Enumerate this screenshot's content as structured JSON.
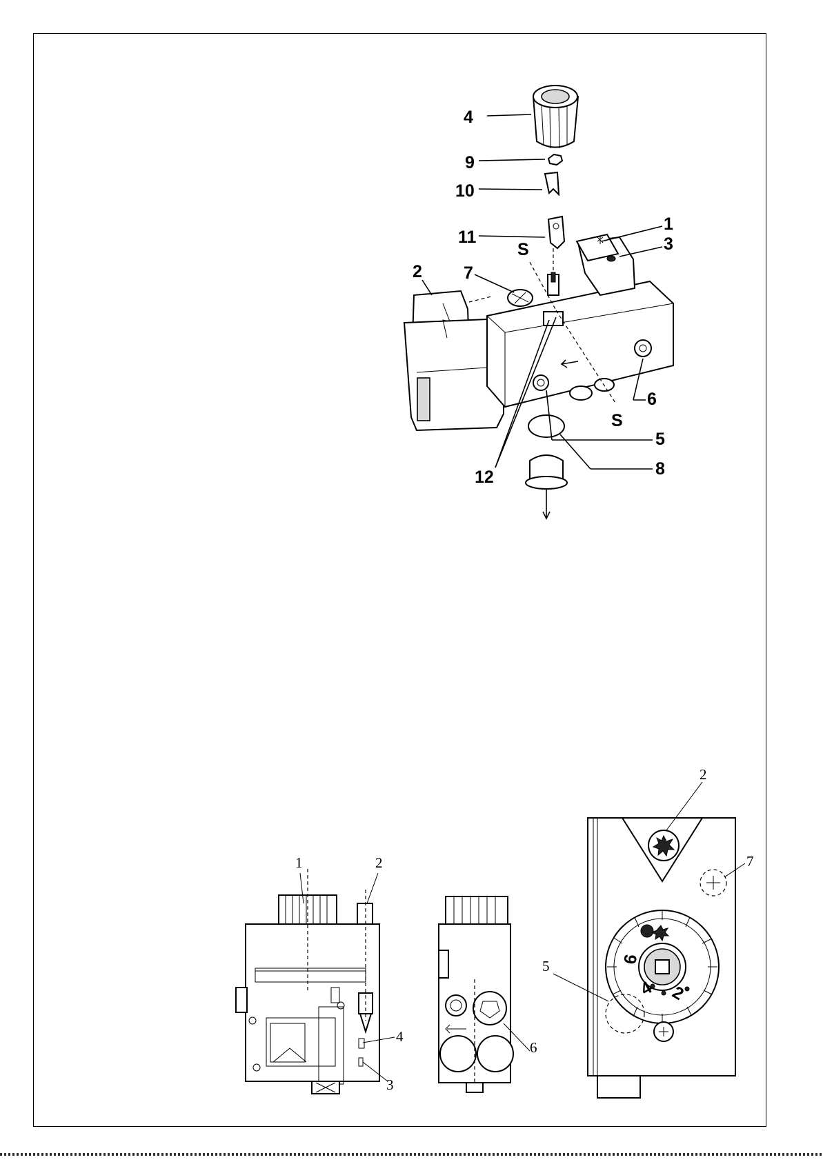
{
  "exploded_view": {
    "callouts": {
      "c1": "1",
      "c2": "2",
      "c3": "3",
      "c4": "4",
      "c5": "5",
      "c6": "6",
      "c7": "7",
      "c8": "8",
      "c9": "9",
      "c10": "10",
      "c11": "11",
      "c12": "12",
      "s_top": "S",
      "s_bottom": "S"
    }
  },
  "side_views": {
    "callouts": {
      "c1": "1",
      "c2": "2",
      "c3": "3",
      "c4": "4",
      "c6": "6"
    }
  },
  "front_view": {
    "callouts": {
      "c2": "2",
      "c5": "5",
      "c7": "7"
    },
    "dial_numbers": {
      "n6": "6",
      "n4": "4",
      "n2": "2"
    }
  }
}
